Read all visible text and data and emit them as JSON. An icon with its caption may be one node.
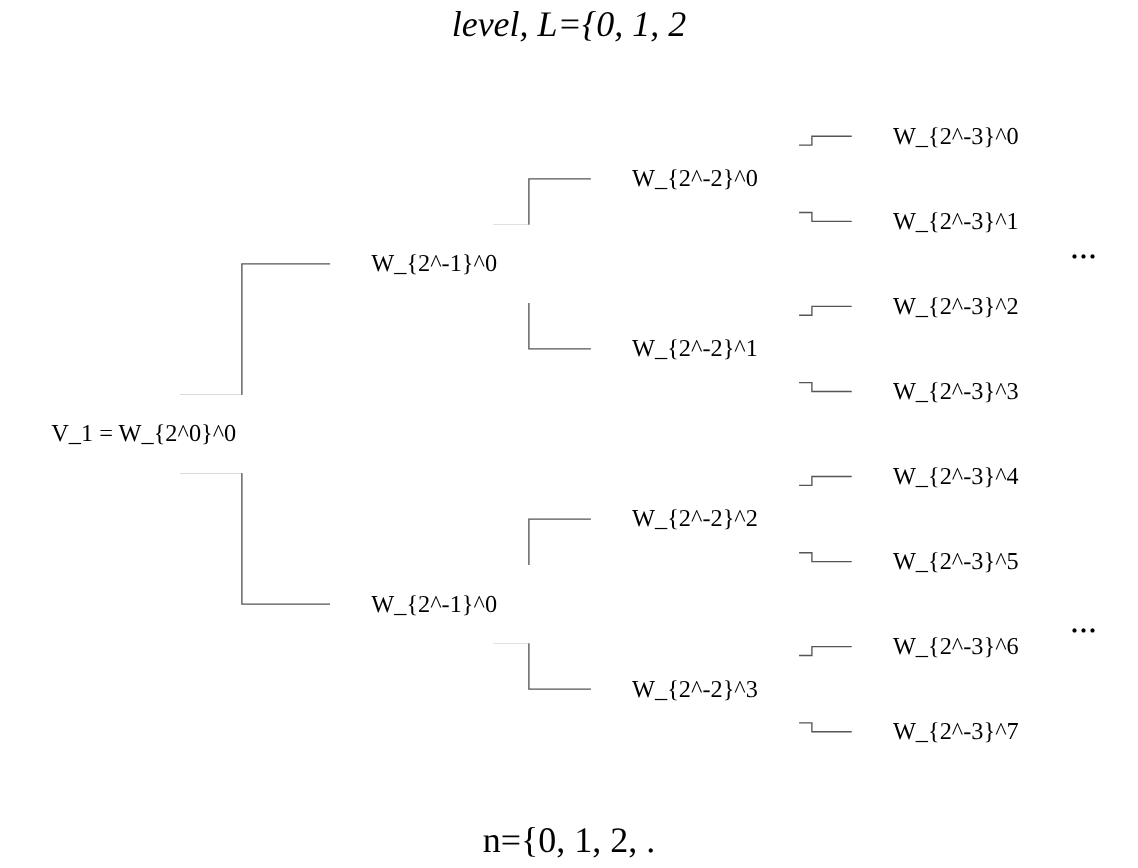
{
  "diagram": {
    "nodes": [
      {
        "text": [
          "V_1 = W_{2^0}^0"
        ]
      },
      {
        "text": [
          "W_{2^-1}^0"
        ]
      },
      {
        "text": [
          "W_{2^-1}^0"
        ]
      },
      {
        "text": [
          "W_{2^-2}^0"
        ]
      },
      {
        "text": [
          "W_{2^-2}^1"
        ]
      },
      {
        "text": [
          "W_{2^-2}^2"
        ]
      },
      {
        "text": [
          "W_{2^-2}^3"
        ]
      },
      {
        "text": [
          "W_{2^-3}^0"
        ]
      },
      {
        "text": [
          "W_{2^-3}^1"
        ]
      },
      {
        "text": [
          "W_{2^-3}^2"
        ]
      },
      {
        "text": [
          "W_{2^-3}^3"
        ]
      },
      {
        "text": [
          "W_{2^-3}^4"
        ]
      },
      {
        "text": [
          "W_{2^-3}^5"
        ]
      },
      {
        "text": [
          "W_{2^-3}^6"
        ]
      },
      {
        "text": [
          "W_{2^-3}^7"
        ]
      }
    ],
    "edges": [
      {
        "from": 0,
        "to": 1,
        "arrow": "none"
      },
      {
        "from": 0,
        "to": 2,
        "arrow": "none"
      },
      {
        "from": 1,
        "to": 3,
        "arrow": "none"
      },
      {
        "from": 1,
        "to": 4,
        "arrow": "none"
      },
      {
        "from": 2,
        "to": 5,
        "arrow": "none"
      },
      {
        "from": 2,
        "to": 6,
        "arrow": "none"
      },
      {
        "from": 3,
        "to": 7,
        "arrow": "none"
      },
      {
        "from": 3,
        "to": 8,
        "arrow": "none"
      },
      {
        "from": 4,
        "to": 9,
        "arrow": "none"
      },
      {
        "from": 4,
        "to": 10,
        "arrow": "none"
      },
      {
        "from": 5,
        "to": 11,
        "arrow": "none"
      },
      {
        "from": 5,
        "to": 12,
        "arrow": "none"
      },
      {
        "from": 6,
        "to": 13,
        "arrow": "none"
      },
      {
        "from": 6,
        "to": 14,
        "arrow": "none"
      }
    ],
    "labels": [
      "level, L={0, 1, 2",
      "...",
      "...",
      "n={0, 1, 2, ."
    ]
  }
}
